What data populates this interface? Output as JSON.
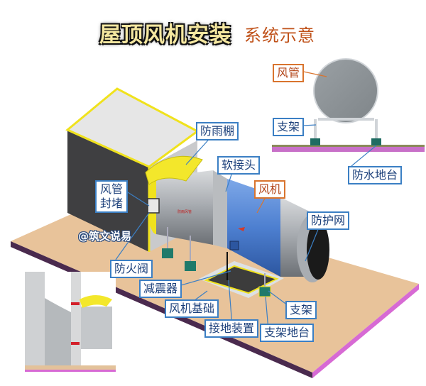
{
  "title": {
    "main": "屋顶风机安装",
    "sub": "系统示意"
  },
  "labels": {
    "fangyupeng": "防雨棚",
    "ruanjietou": "软接头",
    "fengguan_fengdu": "风管封堵",
    "fengji": "风机",
    "fanghuwang": "防护网",
    "fanghuofa": "防火阀",
    "jianzhenqi": "减震器",
    "fengji_jichu": "风机基础",
    "jiedi_zhuangzhi": "接地装置",
    "zhijia": "支架",
    "zhijia_ditai": "支架地台"
  },
  "inset_section": {
    "fengguan": "风管",
    "zhijia": "支架",
    "fangshui_ditai": "防水地台"
  },
  "watermark": "@筑文说易",
  "colors": {
    "label_border_blue": "#3b7fc4",
    "label_border_orange": "#d9742e",
    "title_sub": "#c0521a",
    "slab": "#e8c39a",
    "fan_blue": "#4d7fd0",
    "duct_gray": "#a7abb0",
    "accent_yellow": "#f3e72b",
    "plinth_green": "#1f7a6a"
  }
}
